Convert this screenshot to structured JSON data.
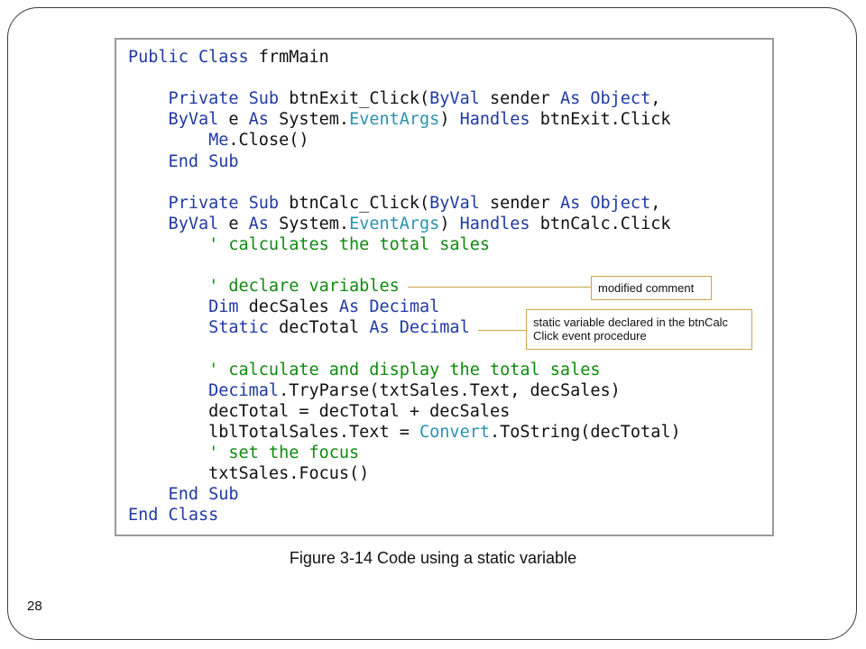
{
  "code": {
    "lines": [
      [
        {
          "t": "Public Class ",
          "c": "kw"
        },
        {
          "t": "frmMain",
          "c": "tx"
        }
      ],
      [],
      [
        {
          "t": "    Private Sub ",
          "c": "kw"
        },
        {
          "t": "btnExit_Click(",
          "c": "tx"
        },
        {
          "t": "ByVal",
          "c": "kw"
        },
        {
          "t": " sender ",
          "c": "tx"
        },
        {
          "t": "As Object",
          "c": "kw"
        },
        {
          "t": ",",
          "c": "tx"
        }
      ],
      [
        {
          "t": "    ByVal",
          "c": "kw"
        },
        {
          "t": " e ",
          "c": "tx"
        },
        {
          "t": "As",
          "c": "kw"
        },
        {
          "t": " System.",
          "c": "tx"
        },
        {
          "t": "EventArgs",
          "c": "ty"
        },
        {
          "t": ") ",
          "c": "tx"
        },
        {
          "t": "Handles",
          "c": "kw"
        },
        {
          "t": " btnExit.Click",
          "c": "tx"
        }
      ],
      [
        {
          "t": "        Me",
          "c": "kw"
        },
        {
          "t": ".Close()",
          "c": "tx"
        }
      ],
      [
        {
          "t": "    End Sub",
          "c": "kw"
        }
      ],
      [],
      [
        {
          "t": "    Private Sub ",
          "c": "kw"
        },
        {
          "t": "btnCalc_Click(",
          "c": "tx"
        },
        {
          "t": "ByVal",
          "c": "kw"
        },
        {
          "t": " sender ",
          "c": "tx"
        },
        {
          "t": "As Object",
          "c": "kw"
        },
        {
          "t": ",",
          "c": "tx"
        }
      ],
      [
        {
          "t": "    ByVal",
          "c": "kw"
        },
        {
          "t": " e ",
          "c": "tx"
        },
        {
          "t": "As",
          "c": "kw"
        },
        {
          "t": " System.",
          "c": "tx"
        },
        {
          "t": "EventArgs",
          "c": "ty"
        },
        {
          "t": ") ",
          "c": "tx"
        },
        {
          "t": "Handles",
          "c": "kw"
        },
        {
          "t": " btnCalc.Click",
          "c": "tx"
        }
      ],
      [
        {
          "t": "        ' calculates the total sales",
          "c": "cm"
        }
      ],
      [],
      [
        {
          "t": "        ' declare variables",
          "c": "cm"
        }
      ],
      [
        {
          "t": "        Dim",
          "c": "kw"
        },
        {
          "t": " decSales ",
          "c": "tx"
        },
        {
          "t": "As Decimal",
          "c": "kw"
        }
      ],
      [
        {
          "t": "        Static",
          "c": "kw"
        },
        {
          "t": " decTotal ",
          "c": "tx"
        },
        {
          "t": "As Decimal",
          "c": "kw"
        }
      ],
      [],
      [
        {
          "t": "        ' calculate and display the total sales",
          "c": "cm"
        }
      ],
      [
        {
          "t": "        Decimal",
          "c": "kw"
        },
        {
          "t": ".TryParse(txtSales.Text, decSales)",
          "c": "tx"
        }
      ],
      [
        {
          "t": "        decTotal = decTotal + decSales",
          "c": "tx"
        }
      ],
      [
        {
          "t": "        lblTotalSales.Text = ",
          "c": "tx"
        },
        {
          "t": "Convert",
          "c": "ty"
        },
        {
          "t": ".ToString(decTotal)",
          "c": "tx"
        }
      ],
      [
        {
          "t": "        ' set the focus",
          "c": "cm"
        }
      ],
      [
        {
          "t": "        txtSales.Focus()",
          "c": "tx"
        }
      ],
      [
        {
          "t": "    End Sub",
          "c": "kw"
        }
      ],
      [
        {
          "t": "End Class",
          "c": "kw"
        }
      ]
    ]
  },
  "callouts": {
    "modified_comment": "modified comment",
    "static_line1": "static variable declared in the btnCalc",
    "static_line2": "Click event procedure"
  },
  "caption": "Figure 3-14 Code using a static variable",
  "page_number": "28"
}
